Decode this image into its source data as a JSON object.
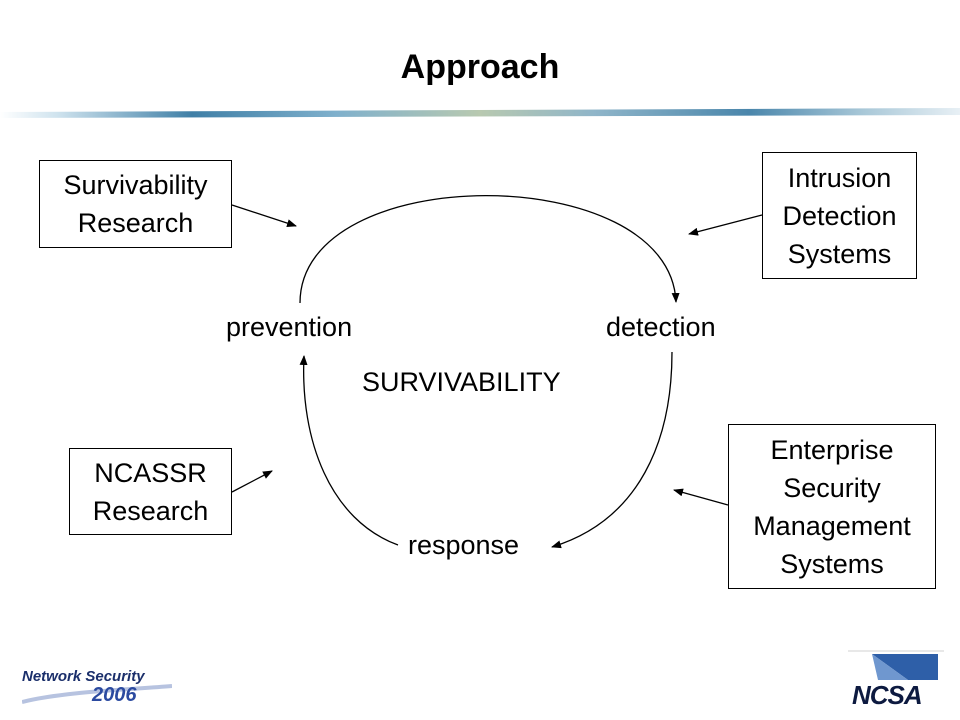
{
  "slide": {
    "title": "Approach"
  },
  "diagram": {
    "center_label": "SURVIVABILITY",
    "nodes": {
      "prevention": "prevention",
      "detection": "detection",
      "response": "response"
    },
    "boxes": {
      "survivability_research": [
        "Survivability",
        "Research"
      ],
      "intrusion_detection": [
        "Intrusion",
        "Detection",
        "Systems"
      ],
      "ncassr_research": [
        "NCASSR",
        "Research"
      ],
      "enterprise_security": [
        "Enterprise",
        "Security",
        "Management",
        "Systems"
      ]
    }
  },
  "footer": {
    "left_logo_line1": "Network Security",
    "left_logo_line2": "2006",
    "right_logo": "NCSA"
  },
  "colors": {
    "text": "#000000",
    "logo_dark_blue": "#1b2f6b",
    "logo_blue": "#2b4aa0"
  }
}
